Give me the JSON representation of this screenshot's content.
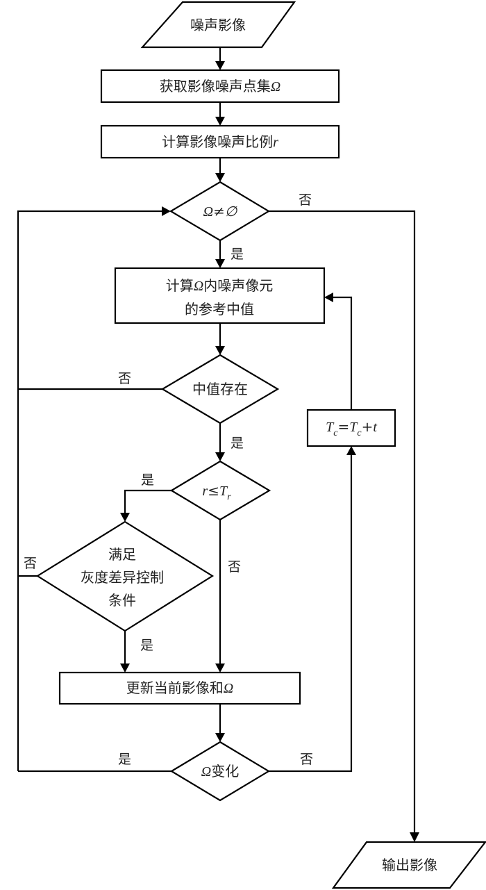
{
  "diagram": {
    "type": "flowchart",
    "nodes": {
      "input": {
        "kind": "io",
        "text": "噪声影像"
      },
      "get_noise_set": {
        "kind": "process",
        "text": "获取影像噪声点集",
        "symbol": "Ω"
      },
      "calc_ratio": {
        "kind": "process",
        "text": "计算影像噪声比例",
        "symbol": "r"
      },
      "set_nonempty": {
        "kind": "decision",
        "symbol_left": "Ω",
        "op": "≠",
        "symbol_right": "∅"
      },
      "calc_median": {
        "kind": "process",
        "line1_a": "计算",
        "line1_sym": "Ω",
        "line1_b": "内噪声像元",
        "line2": "的参考中值"
      },
      "median_exists": {
        "kind": "decision",
        "text": "中值存在"
      },
      "ratio_check": {
        "kind": "decision",
        "sym_r": "r",
        "op": "≤",
        "sym_T": "T",
        "sub": "r"
      },
      "gray_diff": {
        "kind": "decision",
        "line1": "满足",
        "line2": "灰度差异控制",
        "line3": "条件"
      },
      "update": {
        "kind": "process",
        "text": "更新当前影像和",
        "symbol": "Ω"
      },
      "set_changed": {
        "kind": "decision",
        "symbol": "Ω",
        "text": "变化"
      },
      "threshold_update": {
        "kind": "process",
        "T": "T",
        "sub": "c",
        "eq": "=",
        "plus": "+",
        "t": "t"
      },
      "output": {
        "kind": "io",
        "text": "输出影像"
      }
    },
    "edge_labels": {
      "set_nonempty_no": "否",
      "set_nonempty_yes": "是",
      "median_exists_no": "否",
      "median_exists_yes": "是",
      "ratio_check_yes": "是",
      "ratio_check_no": "否",
      "gray_diff_no": "否",
      "gray_diff_yes": "是",
      "set_changed_yes": "是",
      "set_changed_no": "否"
    }
  }
}
